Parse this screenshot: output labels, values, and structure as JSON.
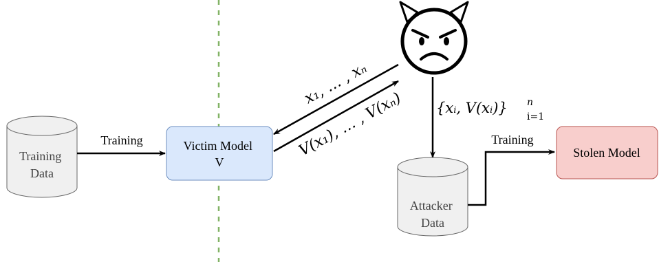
{
  "nodes": {
    "training_data": {
      "lines": [
        "Training",
        "Data"
      ]
    },
    "victim_model": {
      "lines": [
        "Victim Model",
        "V"
      ]
    },
    "attacker_data": {
      "lines": [
        "Attacker",
        "Data"
      ]
    },
    "stolen_model": {
      "label": "Stolen Model"
    }
  },
  "edges": {
    "training_to_victim": "Training",
    "queries": "x₁, … , xₙ",
    "responses": "V(x₁), … , V(xₙ)",
    "attacker_to_data": "{xᵢ, V(xᵢ)}",
    "attacker_to_data_sub": "i=1",
    "attacker_to_data_sup": "n",
    "data_to_stolen": "Training"
  },
  "icons": {
    "attacker": "devil-face-icon"
  },
  "colors": {
    "cylinder_fill": "#f0f0f0",
    "cylinder_stroke": "#666666",
    "victim_fill": "#dae8fc",
    "victim_stroke": "#6c8ebf",
    "stolen_fill": "#f8cecc",
    "stolen_stroke": "#b85450",
    "divider": "#82b366"
  }
}
